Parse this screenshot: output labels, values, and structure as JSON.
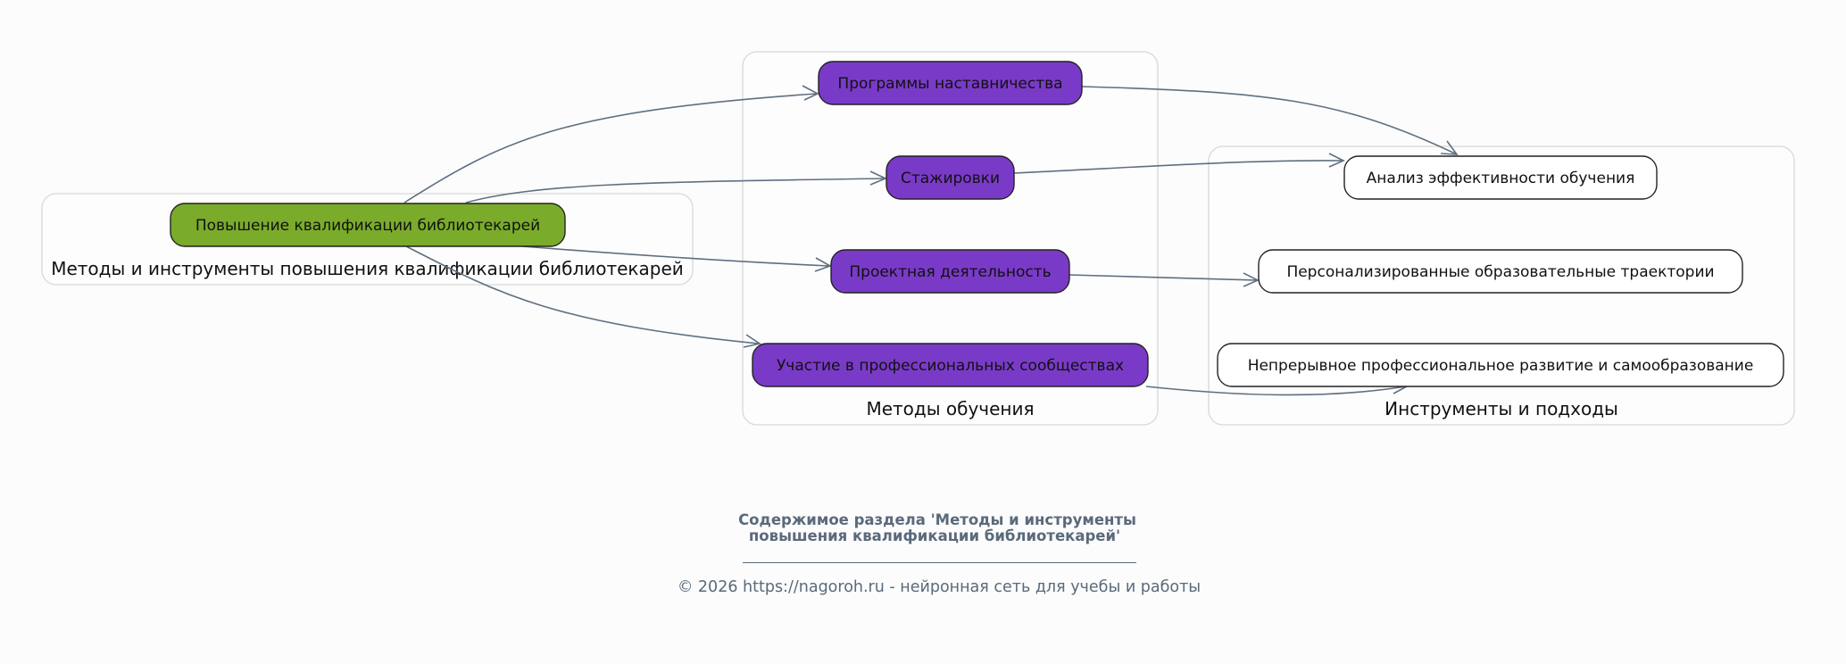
{
  "colors": {
    "root_fill": "#7aab2b",
    "method_fill": "#7a3ac8",
    "tool_fill": "#ffffff",
    "edge": "#5f6f80",
    "node_border": "#222222",
    "footer_text": "#5a6a7b"
  },
  "clusters": [
    {
      "id": "root-cluster",
      "label": "Методы и инструменты повышения квалификации библиотекарей"
    },
    {
      "id": "methods-cluster",
      "label": "Методы обучения"
    },
    {
      "id": "tools-cluster",
      "label": "Инструменты и подходы"
    }
  ],
  "nodes": {
    "root": {
      "label": "Повышение квалификации библиотекарей",
      "kind": "root"
    },
    "mentoring": {
      "label": "Программы наставничества",
      "kind": "method"
    },
    "internships": {
      "label": "Стажировки",
      "kind": "method"
    },
    "projects": {
      "label": "Проектная деятельность",
      "kind": "method"
    },
    "communities": {
      "label": "Участие в профессиональных сообществах",
      "kind": "method"
    },
    "analysis": {
      "label": "Анализ эффективности обучения",
      "kind": "tool"
    },
    "trajectories": {
      "label": "Персонализированные образовательные траектории",
      "kind": "tool"
    },
    "continuous": {
      "label": "Непрерывное профессиональное развитие и самообразование",
      "kind": "tool"
    }
  },
  "edges": [
    {
      "from": "root",
      "to": "mentoring"
    },
    {
      "from": "root",
      "to": "internships"
    },
    {
      "from": "root",
      "to": "projects"
    },
    {
      "from": "root",
      "to": "communities"
    },
    {
      "from": "mentoring",
      "to": "analysis"
    },
    {
      "from": "internships",
      "to": "analysis"
    },
    {
      "from": "projects",
      "to": "trajectories"
    },
    {
      "from": "communities",
      "to": "continuous"
    }
  ],
  "footer": {
    "title_line1": "Содержимое раздела 'Методы и инструменты",
    "title_line2": "повышения квалификации библиотекарей'",
    "copyright": "© 2026 https://nagoroh.ru - нейронная сеть для учебы и работы"
  }
}
